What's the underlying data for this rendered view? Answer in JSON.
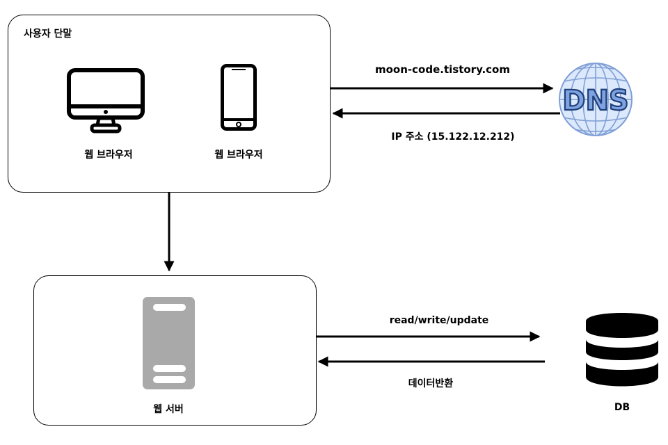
{
  "client": {
    "title": "사용자 단말",
    "devices": [
      {
        "icon": "monitor-icon",
        "label": "웹 브라우저"
      },
      {
        "icon": "smartphone-icon",
        "label": "웹 브라우저"
      }
    ]
  },
  "dns": {
    "icon": "dns-globe-icon",
    "icon_text": "DNS",
    "request_label": "moon-code.tistory.com",
    "response_label": "IP 주소 (15.122.12.212)"
  },
  "server": {
    "icon": "server-icon",
    "label": "웹 서버"
  },
  "db": {
    "icon": "database-icon",
    "label": "DB",
    "request_label": "read/write/update",
    "response_label": "데이터반환"
  },
  "colors": {
    "border": "#000000",
    "globe_fill": "#dce8fb",
    "globe_lines": "#7f9fd6",
    "dns_text_fill": "#7fa3e0",
    "server_fill": "#a9a9a9"
  }
}
